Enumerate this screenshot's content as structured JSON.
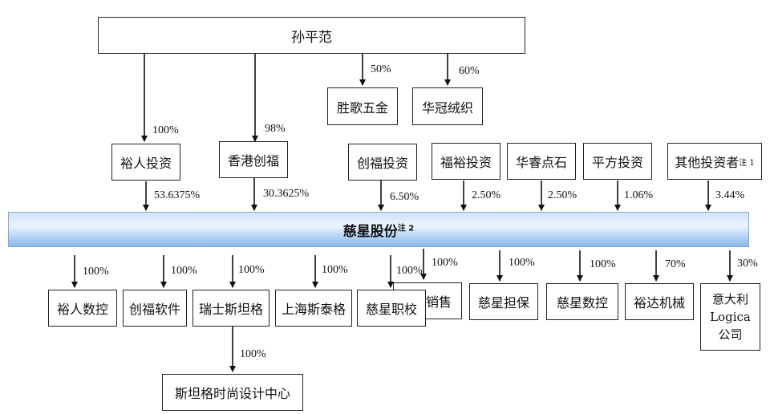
{
  "top": {
    "name": "孙平范"
  },
  "level1": {
    "shengge": {
      "name": "胜歌五金",
      "pct": "50%"
    },
    "huaguan": {
      "name": "华冠绒织",
      "pct": "60%"
    }
  },
  "shareholders": {
    "yuren": {
      "name": "裕人投资",
      "parent_pct": "100%",
      "pct": "53.6375%"
    },
    "xianggang": {
      "name": "香港创福",
      "parent_pct": "98%",
      "pct": "30.3625%"
    },
    "chuangfu": {
      "name": "创福投资",
      "pct": "6.50%"
    },
    "fuyu": {
      "name": "福裕投资",
      "pct": "2.50%"
    },
    "huarui": {
      "name": "华睿点石",
      "pct": "2.50%"
    },
    "pingfang": {
      "name": "平方投资",
      "pct": "1.06%"
    },
    "other": {
      "name": "其他投资者",
      "note": "注 1",
      "pct": "3.44%"
    }
  },
  "company": {
    "name": "慈星股份",
    "note": "注 2"
  },
  "subsidiaries": {
    "yuren_nc": {
      "name": "裕人数控",
      "pct": "100%"
    },
    "chuangfu_sw": {
      "name": "创福软件",
      "pct": "100%"
    },
    "swiss": {
      "name": "瑞士斯坦格",
      "pct": "100%"
    },
    "shanghai": {
      "name": "上海斯泰格",
      "pct": "100%"
    },
    "school": {
      "name": "慈星职校",
      "pct": "100%"
    },
    "sales": {
      "name": "销售",
      "pct": "100%"
    },
    "guarantee": {
      "name": "慈星担保",
      "pct": "100%"
    },
    "cnc": {
      "name": "慈星数控",
      "pct": "100%"
    },
    "yuda": {
      "name": "裕达机械",
      "pct": "70%"
    },
    "logica": {
      "line1": "意大利",
      "line2": "Logica",
      "line3": "公司",
      "pct": "30%"
    }
  },
  "level4": {
    "design": {
      "name": "斯坦格时尚设计中心",
      "pct": "100%"
    }
  }
}
